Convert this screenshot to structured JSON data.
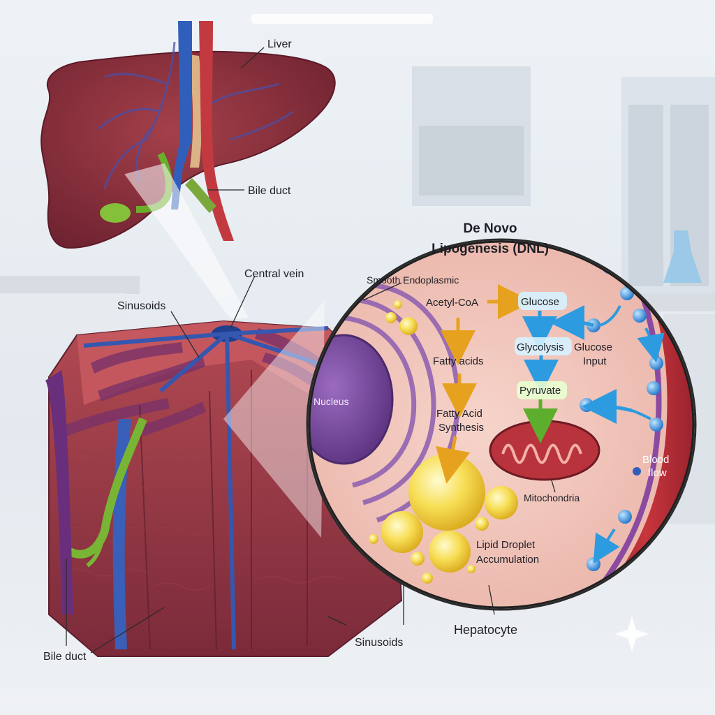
{
  "diagram": {
    "title_line1": "De Novo",
    "title_line2": "Lipogenesis (DNL)",
    "labels": {
      "liver": "Liver",
      "bile_duct_top": "Bile duct",
      "central_vein": "Central vein",
      "sinusoids_top": "Sinusoids",
      "smooth_er": "Smooth Endoplasmic",
      "nucleus": "Nucleus",
      "acetyl_coa": "Acetyl-CoA",
      "glucose": "Glucose",
      "glycolysis": "Glycolysis",
      "glucose_input_line1": "Glucose",
      "glucose_input_line2": "Input",
      "fatty_acids": "Fatty acids",
      "pyruvate": "Pyruvate",
      "fatty_acid_synthesis_line1": "Fatty Acid",
      "fatty_acid_synthesis_line2": "Synthesis",
      "mitochondria": "Mitochondria",
      "blood_flow_line1": "Blood",
      "blood_flow_line2": "flow",
      "lipid_droplet_line1": "Lipid Droplet",
      "lipid_droplet_line2": "Accumulation",
      "hepatocyte": "Hepatocyte",
      "sinusoids_bottom": "Sinusoids",
      "bile_duct_bottom": "Bile duct"
    },
    "colors": {
      "liver": "#8e2f3a",
      "vein_blue": "#3557b0",
      "artery_red": "#c23a3f",
      "bile_green": "#7bb82f",
      "nucleus": "#7a4a9e",
      "lipid_yellow": "#f6d64a",
      "glucose_blue": "#3fa9e6",
      "cell_bg": "#f2c9bf"
    }
  }
}
